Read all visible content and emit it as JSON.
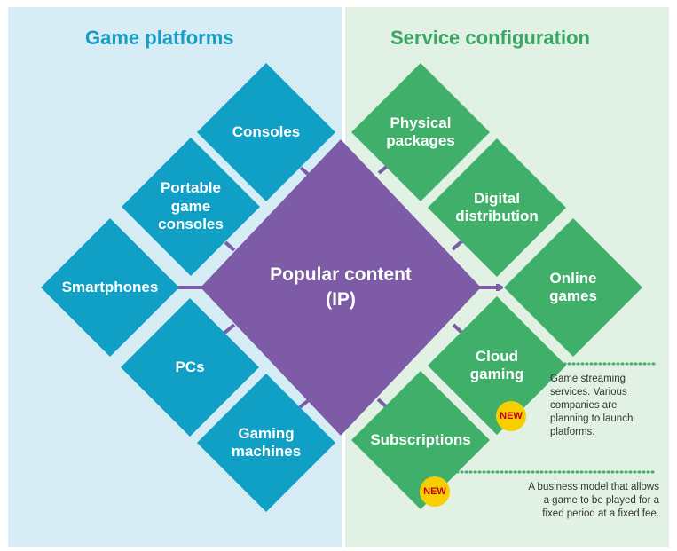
{
  "panels": {
    "left_title": "Game platforms",
    "right_title": "Service configuration"
  },
  "center": {
    "label": "Popular content\n(IP)"
  },
  "platforms": [
    {
      "id": "consoles",
      "label": "Consoles"
    },
    {
      "id": "portable-game-consoles",
      "label": "Portable\ngame\nconsoles"
    },
    {
      "id": "smartphones",
      "label": "Smartphones"
    },
    {
      "id": "pcs",
      "label": "PCs"
    },
    {
      "id": "gaming-machines",
      "label": "Gaming\nmachines"
    }
  ],
  "services": [
    {
      "id": "physical-packages",
      "label": "Physical\npackages"
    },
    {
      "id": "digital-distribution",
      "label": "Digital\ndistribution"
    },
    {
      "id": "online-games",
      "label": "Online\ngames"
    },
    {
      "id": "cloud-gaming",
      "label": "Cloud\ngaming"
    },
    {
      "id": "subscriptions",
      "label": "Subscriptions"
    }
  ],
  "badges": {
    "new_label": "NEW"
  },
  "notes": {
    "cloud_gaming": "Game streaming\nservices. Various\ncompanies are\nplanning to launch\nplatforms.",
    "subscriptions": "A business model that allows\na game to be played for a\nfixed period at a fixed fee."
  },
  "colors": {
    "platform_blue": "#10a0c6",
    "service_green": "#3faf6a",
    "center_purple": "#7d5ba6",
    "badge_yellow": "#f7cf00",
    "badge_text_red": "#c60018"
  }
}
